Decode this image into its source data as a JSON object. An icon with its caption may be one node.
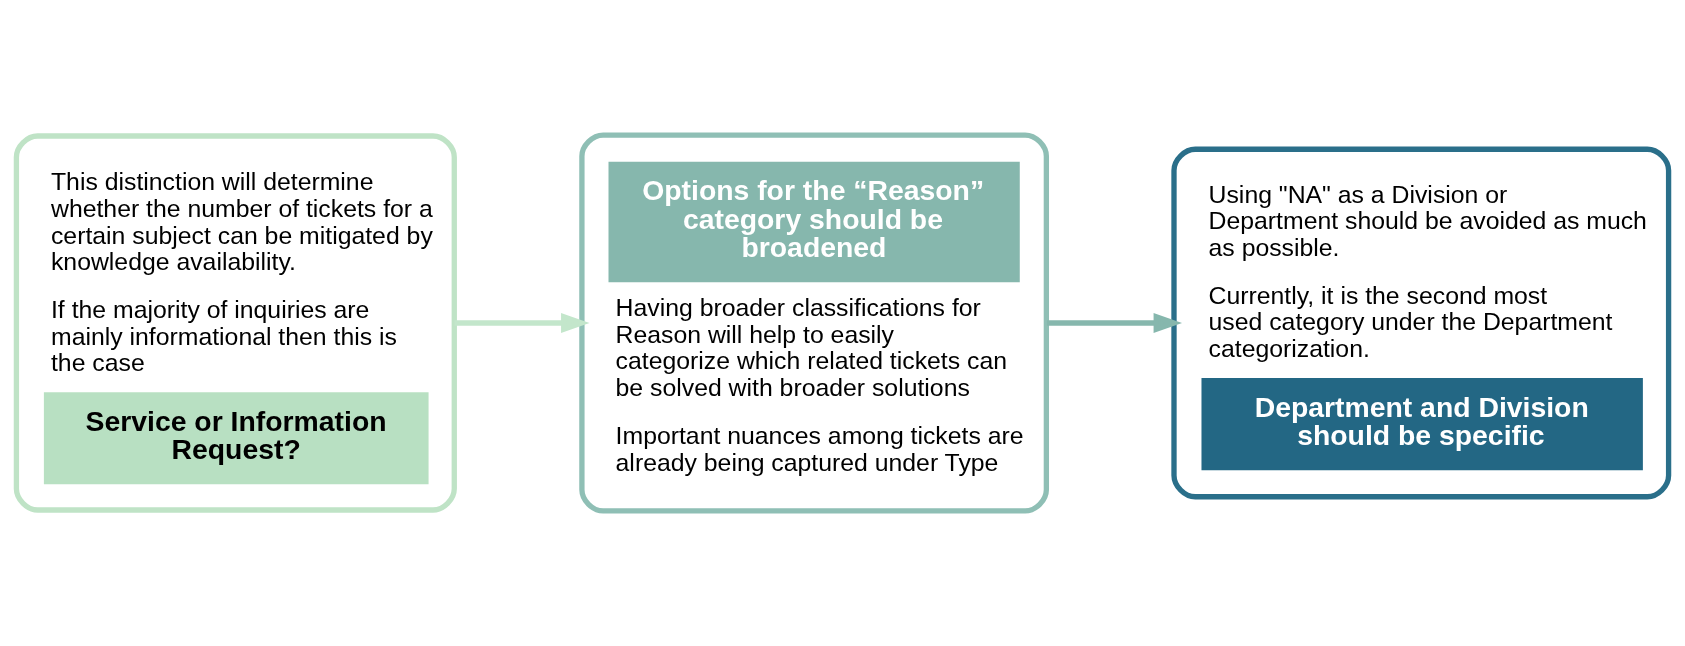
{
  "diagram": {
    "nodes": [
      {
        "text": [
          "This distinction will determine whether the number of tickets for a certain subject can be mitigated by knowledge availability.",
          "If the majority of inquiries are mainly informational then this is the case",
          "Service or Information Request?"
        ]
      },
      {
        "text": [
          "Options for the “Reason” category should be broadened",
          "Having broader classifications for Reason will help to easily categorize which related tickets can be solved with broader solutions",
          "Important nuances among tickets are already being captured under Type"
        ]
      },
      {
        "text": [
          "Using \"NA\" as a Division or Department should be avoided as much as possible.",
          "Currently, it is the second most used category under the Department categorization.",
          "Department and Division should be specific"
        ]
      }
    ],
    "edges": [
      {
        "from": 0,
        "to": 1,
        "arrow": "to",
        "color": "#c3e6cb"
      },
      {
        "from": 1,
        "to": 2,
        "arrow": "to",
        "color": "#86b7ad"
      }
    ]
  }
}
